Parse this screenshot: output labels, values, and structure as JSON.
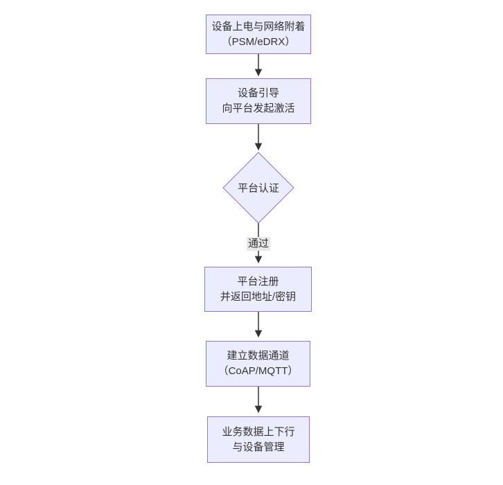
{
  "diagram": {
    "type": "flowchart",
    "direction": "top-down",
    "nodes": [
      {
        "id": "power-on",
        "shape": "rect",
        "lines": [
          "设备上电与网络附着",
          "（PSM/eDRX）"
        ]
      },
      {
        "id": "bootstrap",
        "shape": "rect",
        "lines": [
          "设备引导",
          "向平台发起激活"
        ]
      },
      {
        "id": "platform-auth",
        "shape": "diamond",
        "lines": [
          "平台认证"
        ]
      },
      {
        "id": "register",
        "shape": "rect",
        "lines": [
          "平台注册",
          "并返回地址/密钥"
        ]
      },
      {
        "id": "data-channel",
        "shape": "rect",
        "lines": [
          "建立数据通道",
          "（CoAP/MQTT）"
        ]
      },
      {
        "id": "business",
        "shape": "rect",
        "lines": [
          "业务数据上下行",
          "与设备管理"
        ]
      }
    ],
    "edges": [
      {
        "from": "power-on",
        "to": "bootstrap"
      },
      {
        "from": "bootstrap",
        "to": "platform-auth"
      },
      {
        "from": "platform-auth",
        "to": "register",
        "label": "通过"
      },
      {
        "from": "register",
        "to": "data-channel"
      },
      {
        "from": "data-channel",
        "to": "business"
      }
    ],
    "colors": {
      "background": "#ffffff",
      "node_fill": "#ECECFF",
      "node_border": "#9370DB",
      "text": "#333333",
      "arrow": "#333333",
      "edge_label_bg": "#e8e8e8"
    }
  }
}
